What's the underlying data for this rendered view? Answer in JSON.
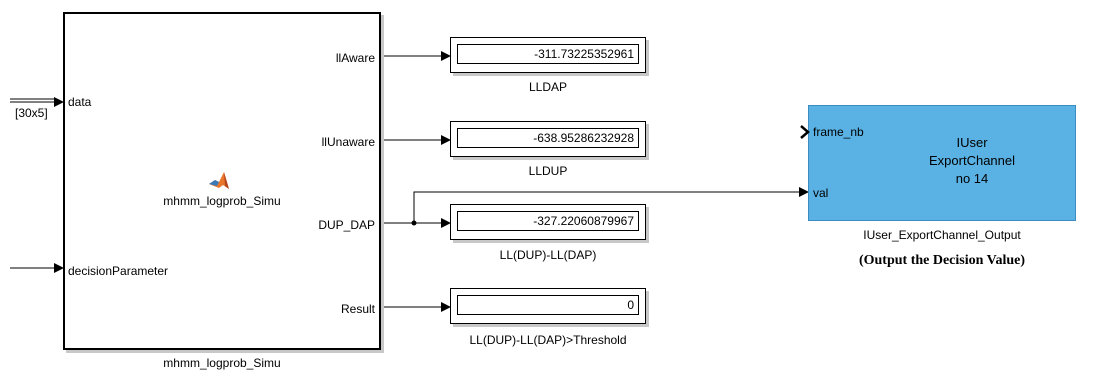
{
  "main_block": {
    "name": "mhmm_logprob_Simu",
    "inner_label": "mhmm_logprob_Simu",
    "inputs": {
      "data": "data",
      "decision": "decisionParameter"
    },
    "outputs": {
      "aware": "llAware",
      "unaware": "llUnaware",
      "dup_dap": "DUP_DAP",
      "result": "Result"
    },
    "signal_dim": "[30x5]"
  },
  "displays": [
    {
      "value": "-311.73225352961",
      "label": "LLDAP"
    },
    {
      "value": "-638.95286232928",
      "label": "LLDUP"
    },
    {
      "value": "-327.22060879967",
      "label": "LL(DUP)-LL(DAP)"
    },
    {
      "value": "0",
      "label": "LL(DUP)-LL(DAP)>Threshold"
    }
  ],
  "export_block": {
    "port_frame": "frame_nb",
    "port_val": "val",
    "line1": "IUser",
    "line2": "ExportChannel",
    "line3": "no 14",
    "label": "IUser_ExportChannel_Output",
    "caption": "(Output the Decision Value)"
  },
  "colors": {
    "export_fill": "#5ab2e4",
    "matlab_icon": "#e8762b"
  },
  "icons": {
    "matlab": "matlab-logo-icon"
  }
}
